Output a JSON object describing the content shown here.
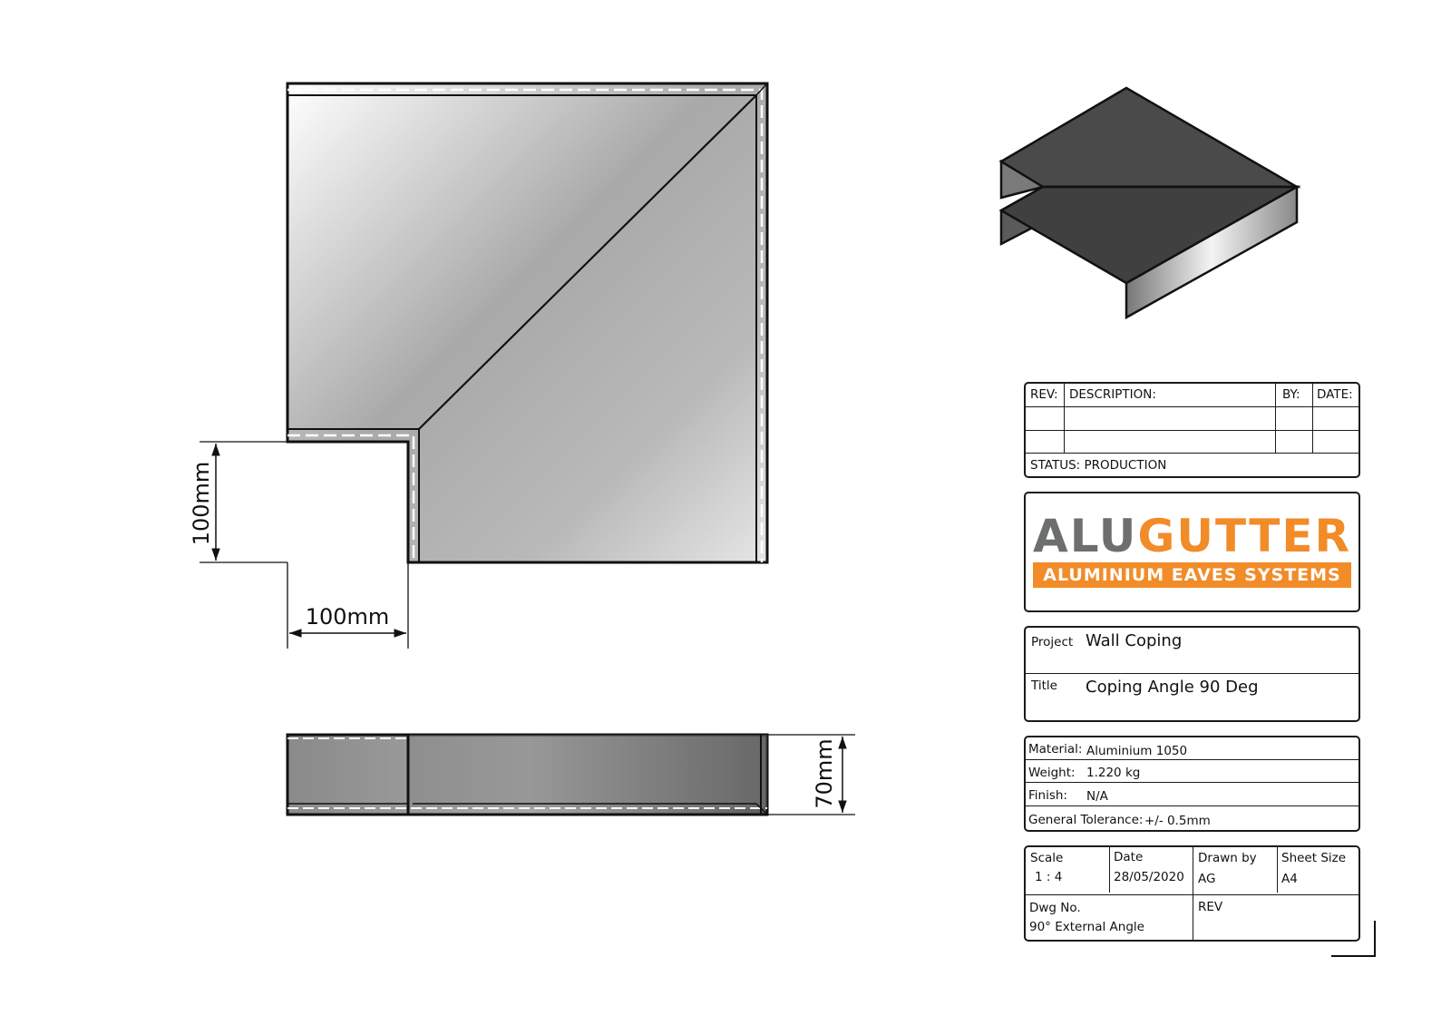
{
  "dimensions": {
    "plan_width": "100mm",
    "plan_height": "100mm",
    "elevation_height": "70mm"
  },
  "revision_table": {
    "rev_header": "REV:",
    "description_header": "DESCRIPTION:",
    "by_header": "BY:",
    "date_header": "DATE:",
    "status": "STATUS: PRODUCTION"
  },
  "logo": {
    "alu": "ALU",
    "gutter": "GUTTER",
    "tagline": "ALUMINIUM EAVES SYSTEMS",
    "colors": {
      "grey": "#6d6e70",
      "orange": "#f28c28"
    }
  },
  "project": {
    "project_label": "Project",
    "project_value": "Wall Coping",
    "title_label": "Title",
    "title_value": "Coping Angle 90 Deg"
  },
  "specs": {
    "material_label": "Material:",
    "material_value": "Aluminium 1050",
    "weight_label": "Weight:",
    "weight_value": "1.220 kg",
    "finish_label": "Finish:",
    "finish_value": "N/A",
    "tolerance_label": "General Tolerance:",
    "tolerance_value": "+/- 0.5mm"
  },
  "drawing_info": {
    "scale_label": "Scale",
    "scale_value": "1 : 4",
    "date_label": "Date",
    "date_value": "28/05/2020",
    "drawn_by_label": "Drawn by",
    "drawn_by_value": "AG",
    "sheet_size_label": "Sheet Size",
    "sheet_size_value": "A4",
    "dwg_no_label": "Dwg No.",
    "dwg_no_value": "90° External Angle",
    "rev_label": "REV"
  }
}
